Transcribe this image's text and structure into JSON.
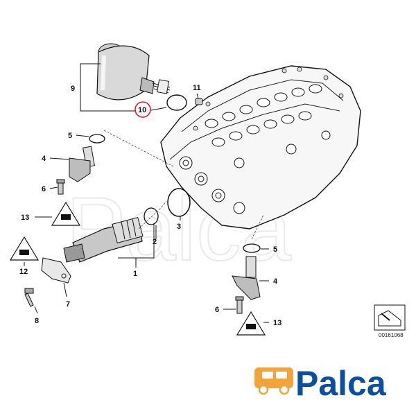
{
  "callouts": {
    "c1": "1",
    "c2": "2",
    "c3": "3",
    "c4a": "4",
    "c4b": "4",
    "c5a": "5",
    "c5b": "5",
    "c6a": "6",
    "c6b": "6",
    "c7": "7",
    "c8": "8",
    "c9": "9",
    "c10": "10",
    "c11": "11",
    "c12": "12",
    "c13a": "13",
    "c13b": "13"
  },
  "highlight_color": "#d42020",
  "diagram_number": "00161068",
  "watermark": "Palca",
  "brand": {
    "name": "Palca",
    "color": "#0b4fa3",
    "accent": "#f2a33a"
  }
}
